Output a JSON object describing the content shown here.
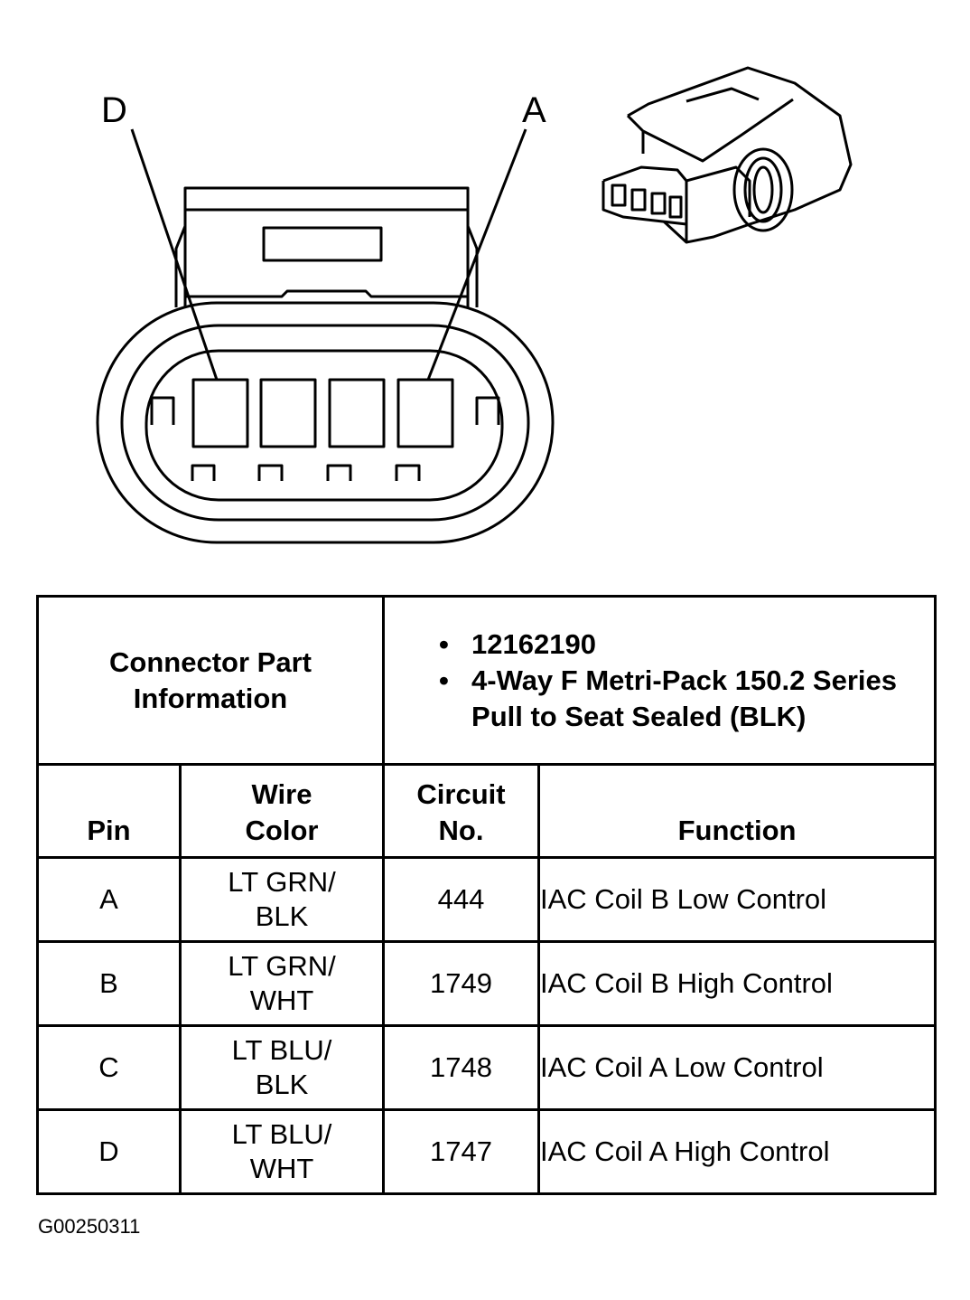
{
  "pin_labels": {
    "left": "D",
    "right": "A"
  },
  "connector_info": {
    "heading": "Connector Part Information",
    "items": [
      "12162190",
      "4-Way F Metri-Pack 150.2 Series Pull to Seat Sealed (BLK)"
    ]
  },
  "table": {
    "headers": {
      "pin": "Pin",
      "wire_color_1": "Wire",
      "wire_color_2": "Color",
      "circuit_1": "Circuit",
      "circuit_2": "No.",
      "function": "Function"
    },
    "rows": [
      {
        "pin": "A",
        "wire_1": "LT GRN/",
        "wire_2": "BLK",
        "circuit": "444",
        "function": "IAC Coil B Low Control"
      },
      {
        "pin": "B",
        "wire_1": "LT GRN/",
        "wire_2": "WHT",
        "circuit": "1749",
        "function": "IAC Coil B High Control"
      },
      {
        "pin": "C",
        "wire_1": "LT BLU/",
        "wire_2": "BLK",
        "circuit": "1748",
        "function": "IAC Coil A Low Control"
      },
      {
        "pin": "D",
        "wire_1": "LT BLU/",
        "wire_2": "WHT",
        "circuit": "1747",
        "function": "IAC Coil A High Control"
      }
    ]
  },
  "figure_code": "G00250311"
}
